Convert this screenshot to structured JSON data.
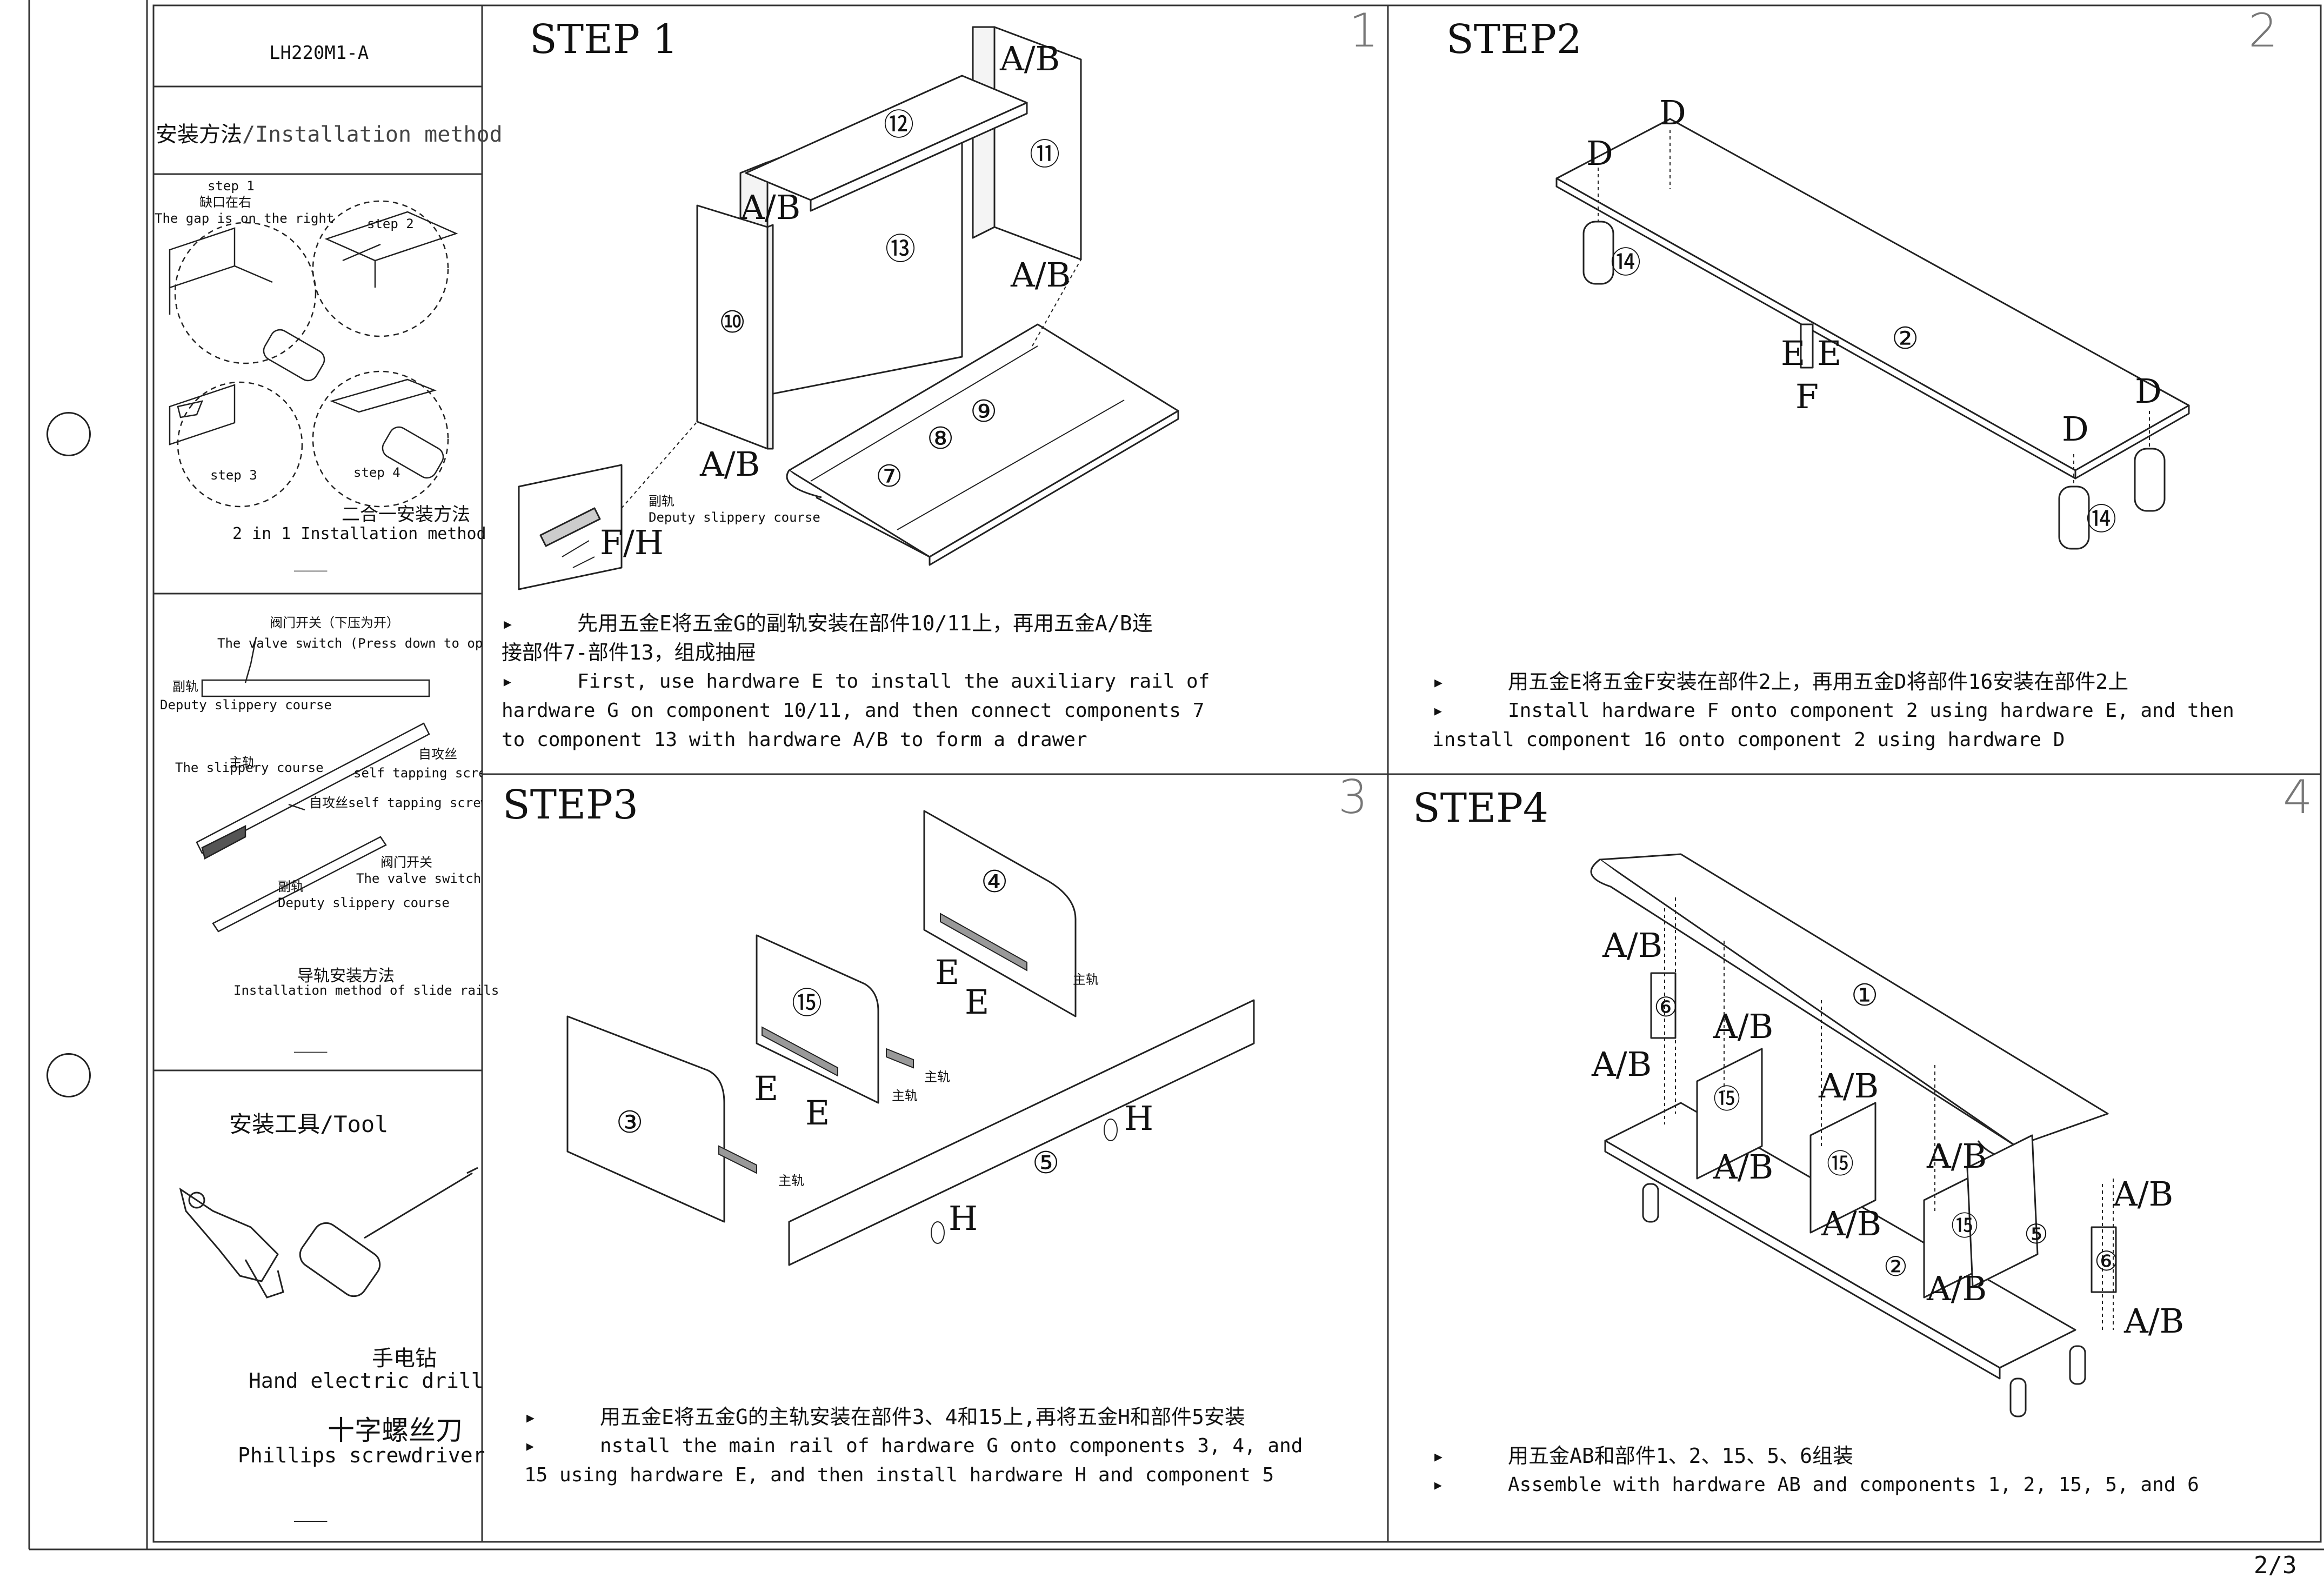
{
  "doc": {
    "model": "LH220M1-A",
    "page": "2/3"
  },
  "sidebar": {
    "install_cn": "安装方法",
    "install_en": "/Installation method",
    "b1": {
      "step1": "step 1",
      "gap_cn": "缺口在右",
      "gap_en": "The gap is on the right",
      "step2": "step 2",
      "step3": "step 3",
      "step4": "step 4",
      "cap_cn": "二合一安装方法",
      "cap_en": "2 in 1 Installation method",
      "dash": "___"
    },
    "b2": {
      "valve_cn": "阀门开关（下压为开）",
      "valve_en": "The valve switch (Press down to open)",
      "deputy_cn": "副轨",
      "deputy_en": "Deputy slippery course",
      "main_cn": "主轨",
      "main_en": "The slippery course",
      "self_cn": "自攻丝",
      "self_en": "self tapping screw",
      "self_cn2": "自攻丝",
      "self_en2": "self tapping screw",
      "valve2_cn": "阀门开关",
      "valve2_en": "The valve switch",
      "deputy2_cn": "副轨",
      "deputy2_en": "Deputy slippery course",
      "cap_cn": "导轨安装方法",
      "cap_en": "Installation method of slide rails",
      "dash": "___"
    },
    "b3": {
      "tool": "安装工具/Tool",
      "drill_cn": "手电钻",
      "drill_en": "Hand electric drill",
      "screw_cn": "十字螺丝刀",
      "screw_en": "Phillips screwdriver",
      "dash": "___"
    }
  },
  "steps": [
    {
      "title": "STEP 1",
      "number": "1",
      "labels": {
        "ab1": "A/B",
        "ab2": "A/B",
        "ab3": "A/B",
        "ab4": "A/B",
        "fh": "F/H",
        "c12": "⑫",
        "c11": "⑪",
        "c13": "⑬",
        "c10": "⑩",
        "c9": "⑨",
        "c8": "⑧",
        "c7": "⑦",
        "rail_cn": "副轨",
        "rail_en": "Deputy slippery course"
      },
      "cn": "先用五金E将五金G的副轨安装在部件10/11上，再用五金A/B连",
      "cn2": "接部件7-部件13，组成抽屉",
      "en1": "First, use hardware E to install the auxiliary rail of",
      "en2": "hardware G on component 10/11, and then connect components 7",
      "en3": "to component 13 with hardware A/B to form a drawer"
    },
    {
      "title": "STEP2",
      "number": "2",
      "labels": {
        "d1": "D",
        "d2": "D",
        "d3": "D",
        "d4": "D",
        "e1": "E",
        "e2": "E",
        "f": "F",
        "c14a": "⑭",
        "c14b": "⑭",
        "c2": "②"
      },
      "cn": "用五金E将五金F安装在部件2上，再用五金D将部件16安装在部件2上",
      "en1": "Install hardware F onto component 2 using hardware E, and then",
      "en2": "install component 16 onto component 2 using hardware D"
    },
    {
      "title": "STEP3",
      "number": "3",
      "labels": {
        "c4": "④",
        "c15": "⑮",
        "c3": "③",
        "c5": "⑤",
        "e1": "E",
        "e2": "E",
        "e3": "E",
        "e4": "E",
        "h1": "H",
        "h2": "H",
        "m1": "主轨",
        "m2": "主轨",
        "m3": "主轨",
        "m4": "主轨"
      },
      "cn": "用五金E将五金G的主轨安装在部件3、4和15上,再将五金H和部件5安装",
      "en1": "nstall the main rail of hardware G onto components 3, 4, and",
      "en2": "15 using hardware E, and then install hardware H and component 5"
    },
    {
      "title": "STEP4",
      "number": "4",
      "labels": {
        "ab1": "A/B",
        "ab2": "A/B",
        "ab3": "A/B",
        "ab4": "A/B",
        "ab5": "A/B",
        "ab6": "A/B",
        "ab7": "A/B",
        "ab8": "A/B",
        "ab9": "A/B",
        "ab10": "A/B",
        "c1": "①",
        "c6a": "⑥",
        "c6b": "⑥",
        "c15a": "⑮",
        "c15b": "⑮",
        "c15c": "⑮",
        "c5": "⑤",
        "c2": "②"
      },
      "cn": "用五金AB和部件1、2、15、5、6组装",
      "en1": "Assemble with hardware AB and components 1, 2, 15, 5, and 6"
    }
  ],
  "bullet": "▸"
}
